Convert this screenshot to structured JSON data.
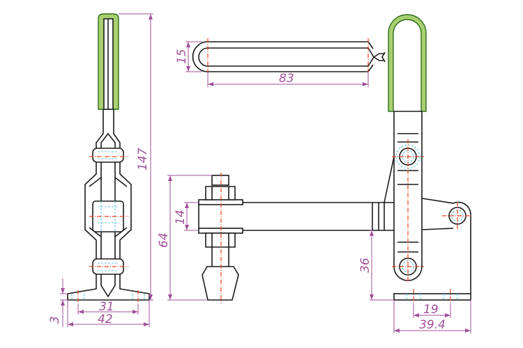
{
  "title": "Vertical toggle clamp technical drawing",
  "dimensions": {
    "slot_width": "15",
    "slot_length": "83",
    "overall_height": "147",
    "spindle_height": "64",
    "arm_thickness": "14",
    "arm_height": "36",
    "base_thickness": "3",
    "side_hole_spacing": "31",
    "side_base_width": "42",
    "front_hole_spacing": "19",
    "front_base_width": "39.4"
  },
  "colors": {
    "grip": "#a8d070",
    "centerline": "#e8401c",
    "dimension": "#a0509a",
    "hidden": "#5fc8d8"
  }
}
